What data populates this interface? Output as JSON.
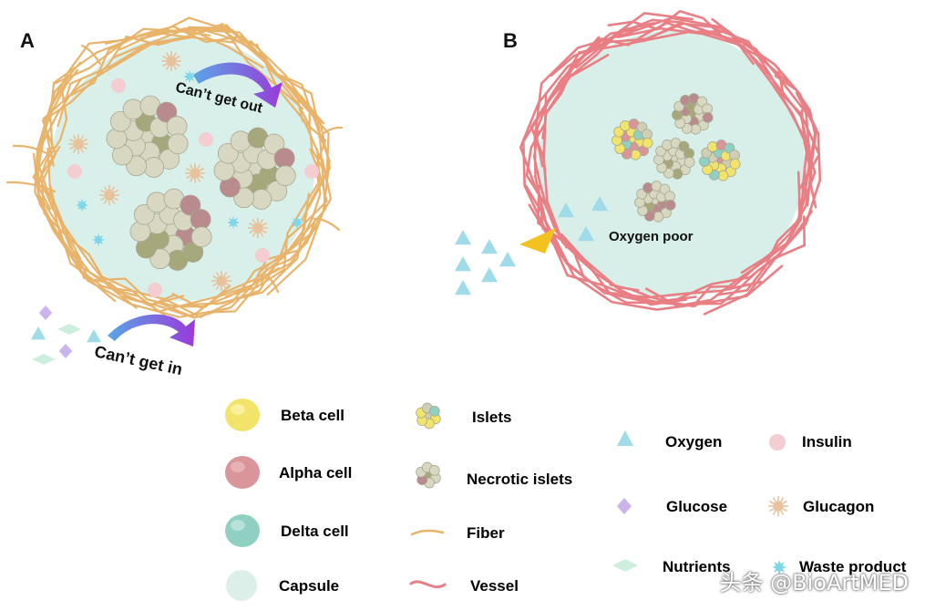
{
  "panels": {
    "a": {
      "label": "A",
      "arrow_out": "Can’t get out",
      "arrow_in": "Can’t get in"
    },
    "b": {
      "label": "B",
      "oxygen_text": "Oxygen poor"
    }
  },
  "legend": {
    "beta_cell": "Beta cell",
    "alpha_cell": "Alpha cell",
    "delta_cell": "Delta cell",
    "capsule": "Capsule",
    "islets": "Islets",
    "necrotic_islets": "Necrotic islets",
    "fiber": "Fiber",
    "vessel": "Vessel",
    "oxygen": "Oxygen",
    "insulin": "Insulin",
    "glucose": "Glucose",
    "glucagon": "Glucagon",
    "nutrients": "Nutrients",
    "waste_product": "Waste product"
  },
  "watermark": "头条 @BioArtMED",
  "colors": {
    "capsule": "#d9efe9",
    "fiber": "#e8b36a",
    "vessel": "#e87f84",
    "beta": "#f2e36b",
    "alpha": "#d9959a",
    "delta": "#8fd0c2",
    "oxygen": "#9fdbe8",
    "insulin": "#f3cdd2",
    "glucose": "#cbb4ec",
    "glucagon": "#e8c29c",
    "nutrients": "#cdeedd",
    "waste": "#7fd6e8",
    "arrow_start": "#59a5e6",
    "arrow_end": "#9a3ad9",
    "arrowhead_b": "#f2c21f"
  }
}
